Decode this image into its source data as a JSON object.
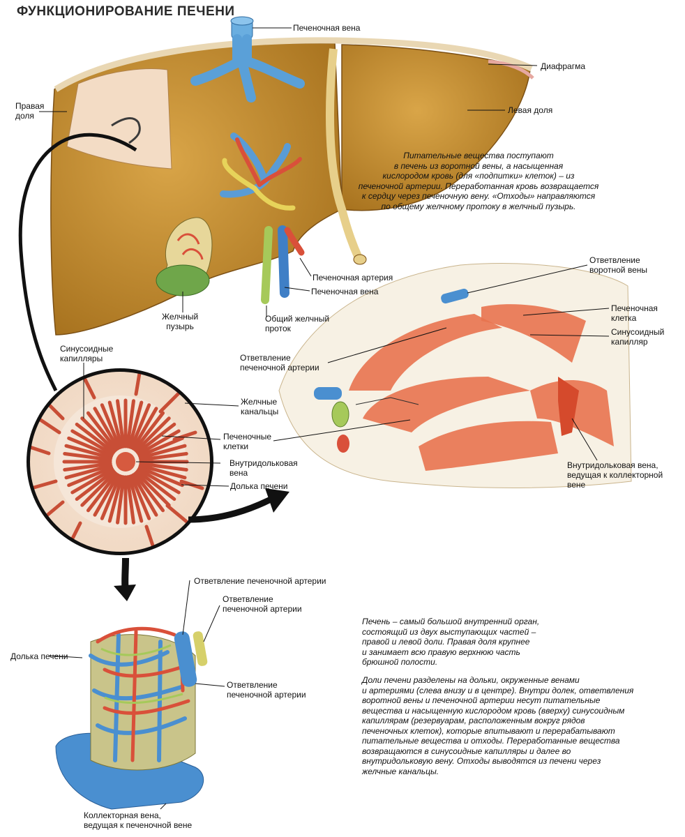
{
  "title": "ФУНКЦИОНИРОВАНИЕ ПЕЧЕНИ",
  "labels": {
    "hepatic_vein_top": "Печеночная вена",
    "diaphragm": "Диафрагма",
    "right_lobe": "Правая\nдоля",
    "left_lobe": "Левая доля",
    "hepatic_artery": "Печеночная артерия",
    "hepatic_vein_bottom": "Печеночная вена",
    "gallbladder": "Желчный\nпузырь",
    "common_bile_duct": "Общий желчный\nпроток",
    "portal_vein_branch": "Ответвление\nворотной вены",
    "hepatic_cell": "Печеночная\nклетка",
    "sinusoid_capillary": "Синусоидный\nкапилляр",
    "hepatic_artery_branch_mid": "Ответвление\nпеченочной артерии",
    "sinusoid_capillaries": "Синусоидные\nкапилляры",
    "bile_canaliculi": "Желчные\nканальцы",
    "hepatic_cells": "Печеночные\nклетки",
    "intralobular_vein": "Внутридольковая\nвена",
    "liver_lobule": "Долька печени",
    "intralobular_to_collector": "Внутридольковая вена,\nведущая к коллекторной\nвене",
    "artery_branch_1": "Ответвление печеночной артерии",
    "artery_branch_2": "Ответвление\nпеченочной артерии",
    "artery_branch_3": "Ответвление\nпеченочной артерии",
    "lobule_left": "Долька печени",
    "collector_vein": "Коллекторная вена,\nведущая к печеночной вене"
  },
  "texts": {
    "nutrients": "Питательные вещества поступают\nв печень из воротной вены, а насыщенная\nкислородом кровь (для «подпитки» клеток) – из\nпеченочной артерии. Переработанная кровь возвращается\nк сердцу через печеночную вену. «Отходы» направляются\nпо общему желчному протоку в желчный пузырь.",
    "liver_intro": "Печень – самый большой внутренний орган,\nсостоящий из двух выступающих частей –\nправой и левой доли. Правая доля крупнее\nи занимает всю правую верхнюю часть\nбрюшной полости.",
    "lobules": "Доли печени разделены на дольки, окруженные венами\nи артериями (слева внизу и в центре). Внутри долек, ответвления\nворотной вены и печеночной артерии несут питательные\nвещества и насыщенную кислородом кровь (вверху) синусоидным\nкапиллярам  (резервуарам, расположенным вокруг рядов\nпеченочных клеток), которые впитывают и перерабатывают\nпитательные вещества и отходы. Переработанные вещества\nвозвращаются в синусоидные капилляры и далее во\nвнутридольковую вену. Отходы выводятся из печени через\nжелчные канальцы."
  },
  "colors": {
    "liver": "#c9902f",
    "liver_dark": "#9e6a1c",
    "vein": "#4a8fd0",
    "artery": "#d9503a",
    "bile": "#a6c95a",
    "tissue": "#e8734f"
  }
}
